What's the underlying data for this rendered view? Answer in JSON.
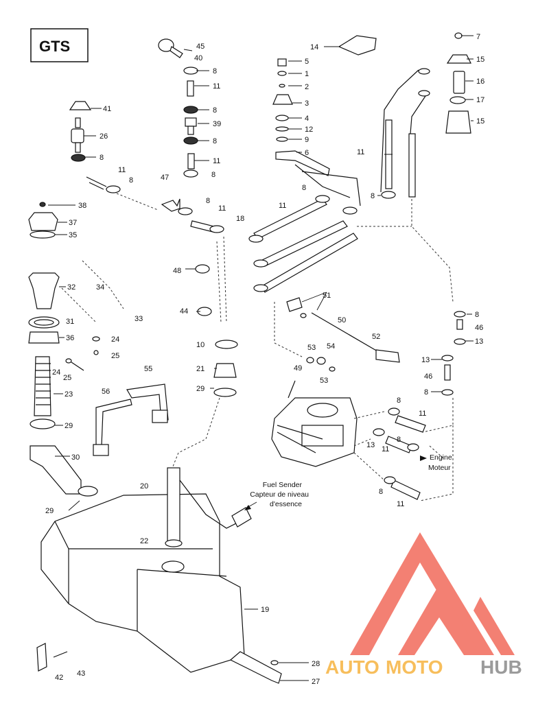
{
  "model_label": "GTS",
  "logo_text": {
    "auto": "AUTO",
    "moto": "MOTO",
    "hub": "HUB"
  },
  "colors": {
    "logo_red": "#f26b5b",
    "logo_orange": "#f6b340",
    "logo_grey": "#8a8a8a",
    "line": "#111111"
  },
  "callouts": {
    "n45": "45",
    "n40": "40",
    "n8a": "8",
    "n11a": "11",
    "n8b": "8",
    "n39": "39",
    "n8c": "8",
    "n11b": "11",
    "n8d": "8",
    "n14": "14",
    "n7": "7",
    "n15a": "15",
    "n16": "16",
    "n17": "17",
    "n15b": "15",
    "n5": "5",
    "n1": "1",
    "n2": "2",
    "n3": "3",
    "n4": "4",
    "n12": "12",
    "n9": "9",
    "n6": "6",
    "n41": "41",
    "n26": "26",
    "n8e": "8",
    "n11c": "11",
    "n8f": "8",
    "n47": "47",
    "n11d": "11",
    "n8g": "8",
    "n8h": "8",
    "n11e": "11",
    "n8i": "8",
    "n11f": "11",
    "n18": "18",
    "n38": "38",
    "n37": "37",
    "n35": "35",
    "n34": "34",
    "n32": "32",
    "n33": "33",
    "n31": "31",
    "n36": "36",
    "n24a": "24",
    "n25a": "25",
    "n24b": "24",
    "n25b": "25",
    "n23": "23",
    "n29a": "29",
    "n30": "30",
    "n29b": "29",
    "n56": "56",
    "n55": "55",
    "n48": "48",
    "n44": "44",
    "n10": "10",
    "n21": "21",
    "n29c": "29",
    "n20": "20",
    "n22": "22",
    "n19": "19",
    "n51": "51",
    "n50": "50",
    "n52": "52",
    "n53a": "53",
    "n54": "54",
    "n49": "49",
    "n53b": "53",
    "n8j": "8",
    "n46a": "46",
    "n13a": "13",
    "n13b": "13",
    "n46b": "46",
    "n8k": "8",
    "n8l": "8",
    "n11g": "11",
    "n13c": "13",
    "n11h": "11",
    "n8m": "8",
    "n8n": "8",
    "n11i": "11",
    "n28": "28",
    "n27": "27",
    "n42": "42",
    "n43": "43"
  },
  "captions": {
    "fuel_sender_en": "Fuel Sender",
    "fuel_sender_fr_1": "Capteur de niveau",
    "fuel_sender_fr_2": "d'essence",
    "engine_en": "Engine",
    "engine_fr": "Moteur"
  }
}
